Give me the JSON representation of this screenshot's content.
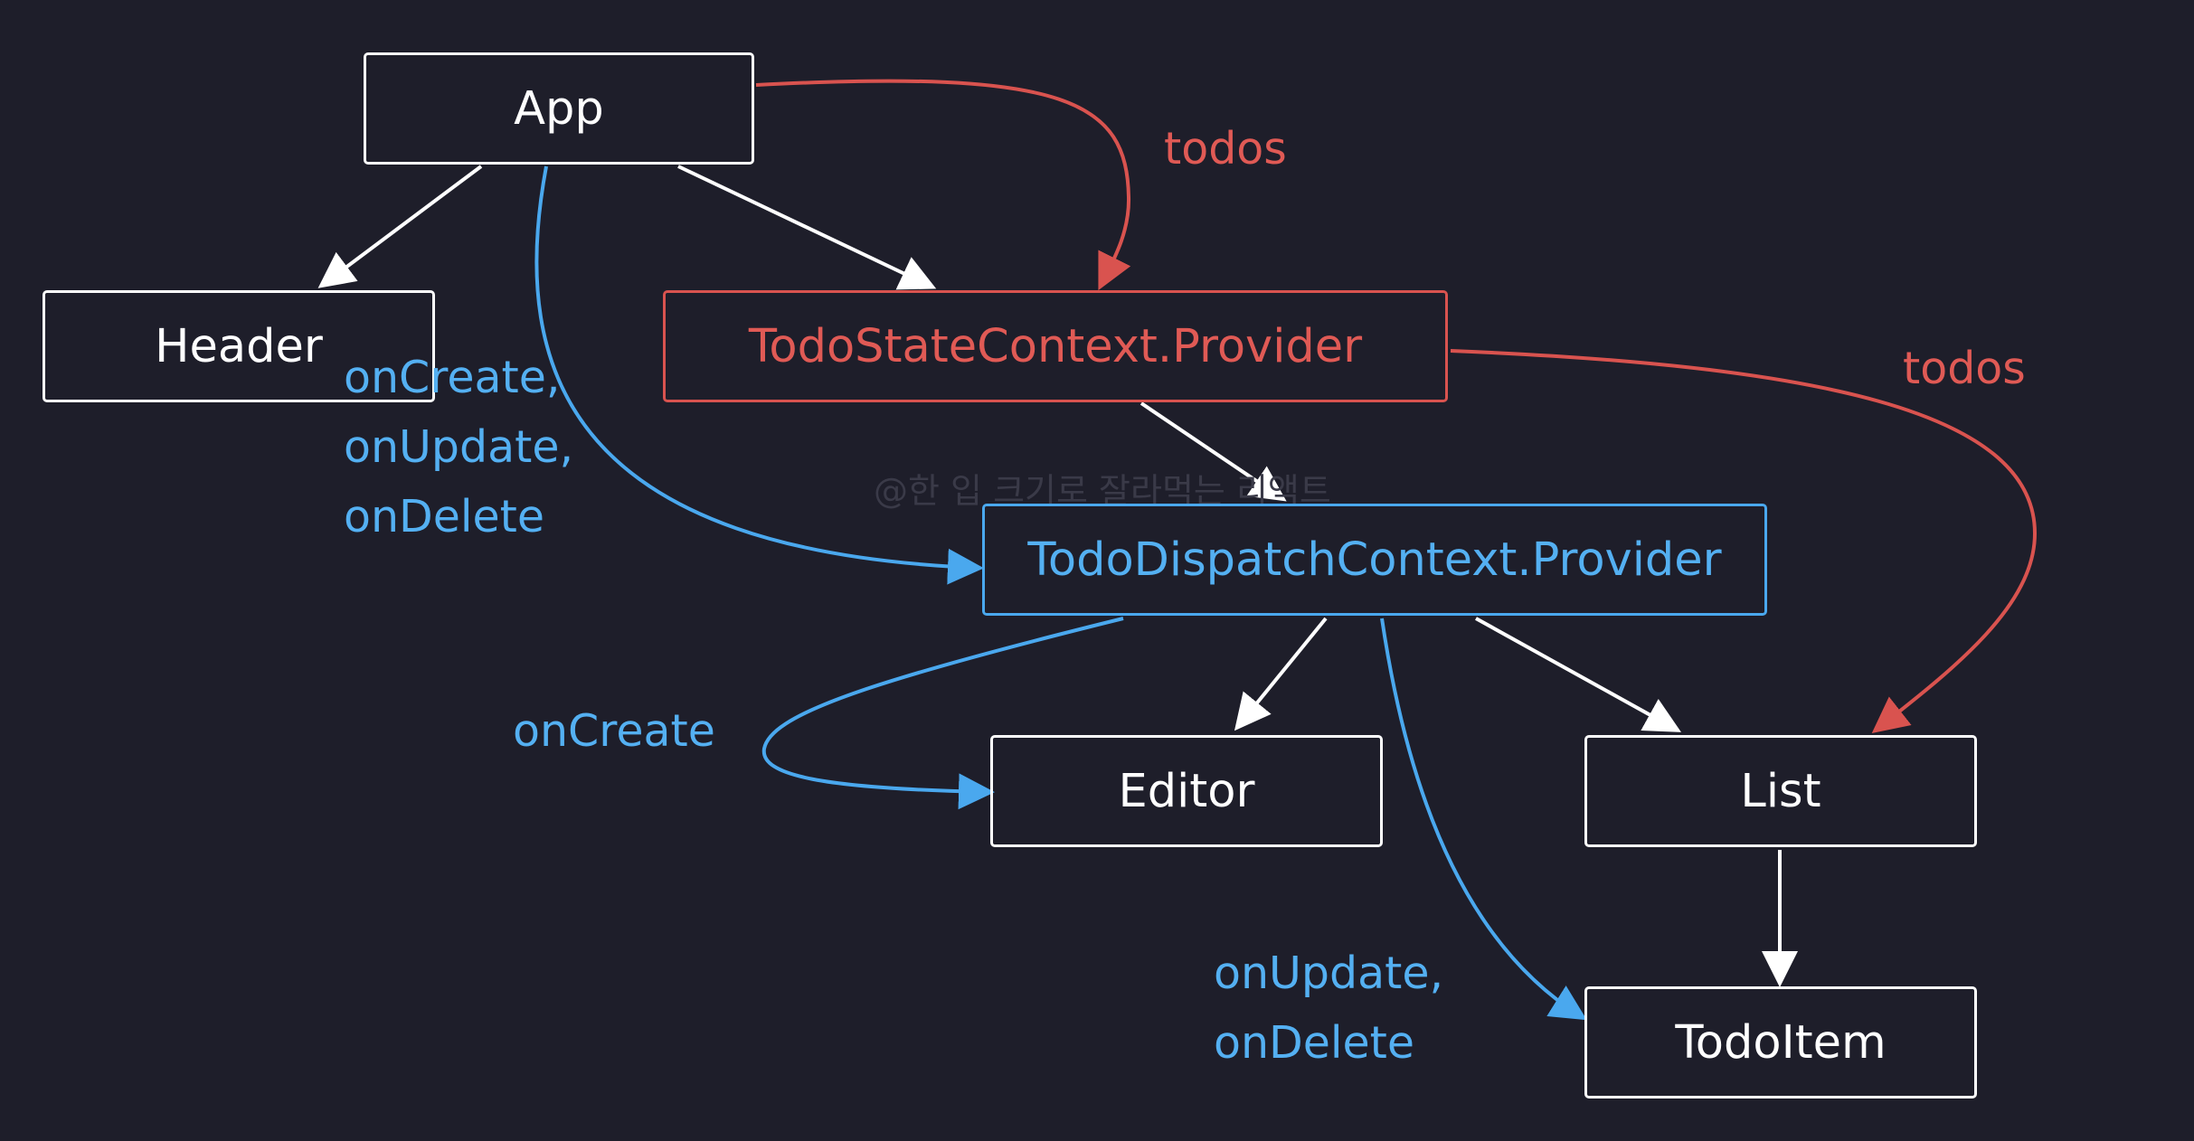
{
  "nodes": {
    "app": "App",
    "header": "Header",
    "state_provider": "TodoStateContext.Provider",
    "dispatch_provider": "TodoDispatchContext.Provider",
    "editor": "Editor",
    "list": "List",
    "todoitem": "TodoItem"
  },
  "labels": {
    "todos_top": "todos",
    "todos_right": "todos",
    "handlers_left": [
      "onCreate,",
      "onUpdate,",
      "onDelete"
    ],
    "oncreate": "onCreate",
    "handlers_bottom": [
      "onUpdate,",
      "onDelete"
    ]
  },
  "watermark": "@한 입 크기로 잘라먹는 리액트",
  "colors": {
    "background": "#1e1e2a",
    "default": "#ffffff",
    "state": "#d9534f",
    "dispatch": "#4aa8ee"
  }
}
